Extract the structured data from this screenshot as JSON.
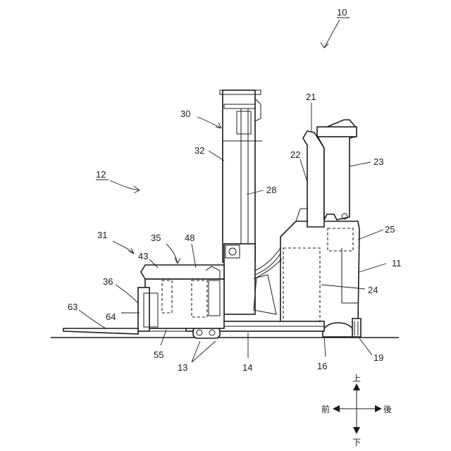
{
  "labels": {
    "l10": "10",
    "l12": "12",
    "l11": "11",
    "l13": "13",
    "l14": "14",
    "l16": "16",
    "l19": "19",
    "l21": "21",
    "l22": "22",
    "l23": "23",
    "l24": "24",
    "l25": "25",
    "l28": "28",
    "l30": "30",
    "l31": "31",
    "l32": "32",
    "l35": "35",
    "l36": "36",
    "l43": "43",
    "l48": "48",
    "l55": "55",
    "l63": "63",
    "l64": "64"
  },
  "directions": {
    "up": "上",
    "down": "下",
    "front": "前",
    "rear": "後"
  }
}
